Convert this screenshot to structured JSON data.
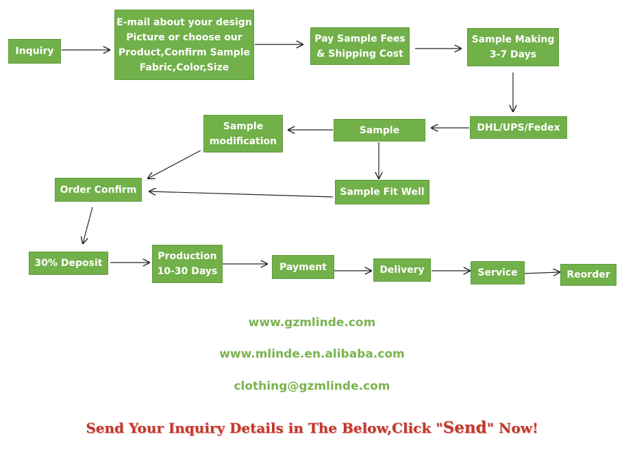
{
  "nodes": {
    "inquiry": [
      "Inquiry"
    ],
    "email_design": [
      "E-mail about your design",
      "Picture or choose our",
      "Product,Confirm Sample",
      "Fabric,Color,Size"
    ],
    "pay_fees": [
      "Pay Sample Fees",
      "& Shipping Cost"
    ],
    "sample_making": [
      "Sample Making",
      "3-7 Days"
    ],
    "dhl": [
      "DHL/UPS/Fedex"
    ],
    "sample": [
      "Sample"
    ],
    "sample_modification": [
      "Sample",
      "modification"
    ],
    "order_confirm": [
      "Order Confirm"
    ],
    "sample_fit": [
      "Sample Fit Well"
    ],
    "deposit": [
      "30% Deposit"
    ],
    "production": [
      "Production",
      "10-30 Days"
    ],
    "payment": [
      "Payment"
    ],
    "delivery": [
      "Delivery"
    ],
    "service": [
      "Service"
    ],
    "reorder": [
      "Reorder"
    ]
  },
  "contacts": {
    "website": "www.gzmlinde.com",
    "alibaba": "www.mlinde.en.alibaba.com",
    "email": "clothing@gzmlinde.com"
  },
  "cta": {
    "before": "Send Your Inquiry Details in The Below,Click \"",
    "highlight": "Send",
    "after": "\" Now!"
  },
  "colors": {
    "node_fill": "#72b04a",
    "link_text": "#7bb34f",
    "cta_text": "#c0392b"
  }
}
